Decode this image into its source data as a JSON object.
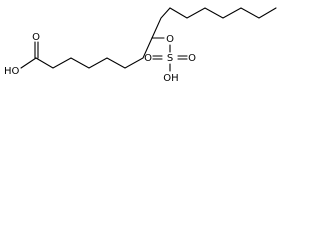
{
  "molecule": {
    "atoms": {
      "hydroxyl_left": "HO",
      "carbonyl_oxygen": "O",
      "ester_oxygen": "O",
      "sulfur": "S",
      "sulfate_oxygen_top": "O",
      "sulfate_oxygen_bottom": "O",
      "sulfate_hydroxyl": "OH"
    },
    "colors": {
      "bond": "#000000",
      "text": "#000000",
      "background": "#ffffff"
    }
  }
}
